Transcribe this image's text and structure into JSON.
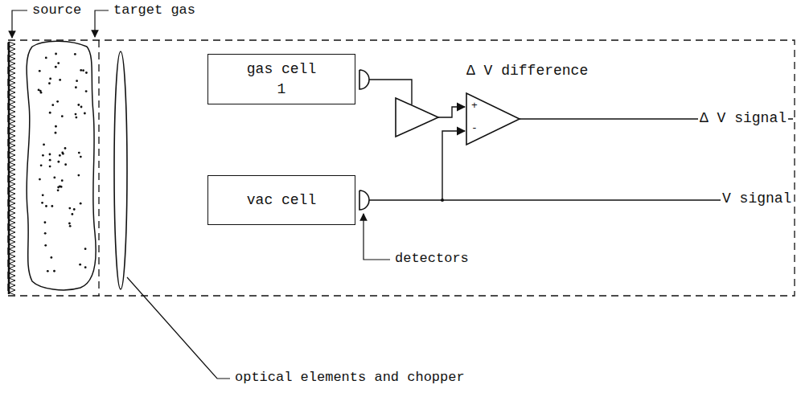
{
  "diagram": {
    "nodes": [
      {
        "text": [
          "gas cell 1"
        ]
      },
      {
        "text": [
          "vac cell"
        ]
      }
    ],
    "labels": [
      "source",
      "target gas",
      "Δ V difference",
      "+",
      "-",
      "Δ V signal",
      "V signal",
      "detectors",
      "optical elements and chopper"
    ]
  }
}
